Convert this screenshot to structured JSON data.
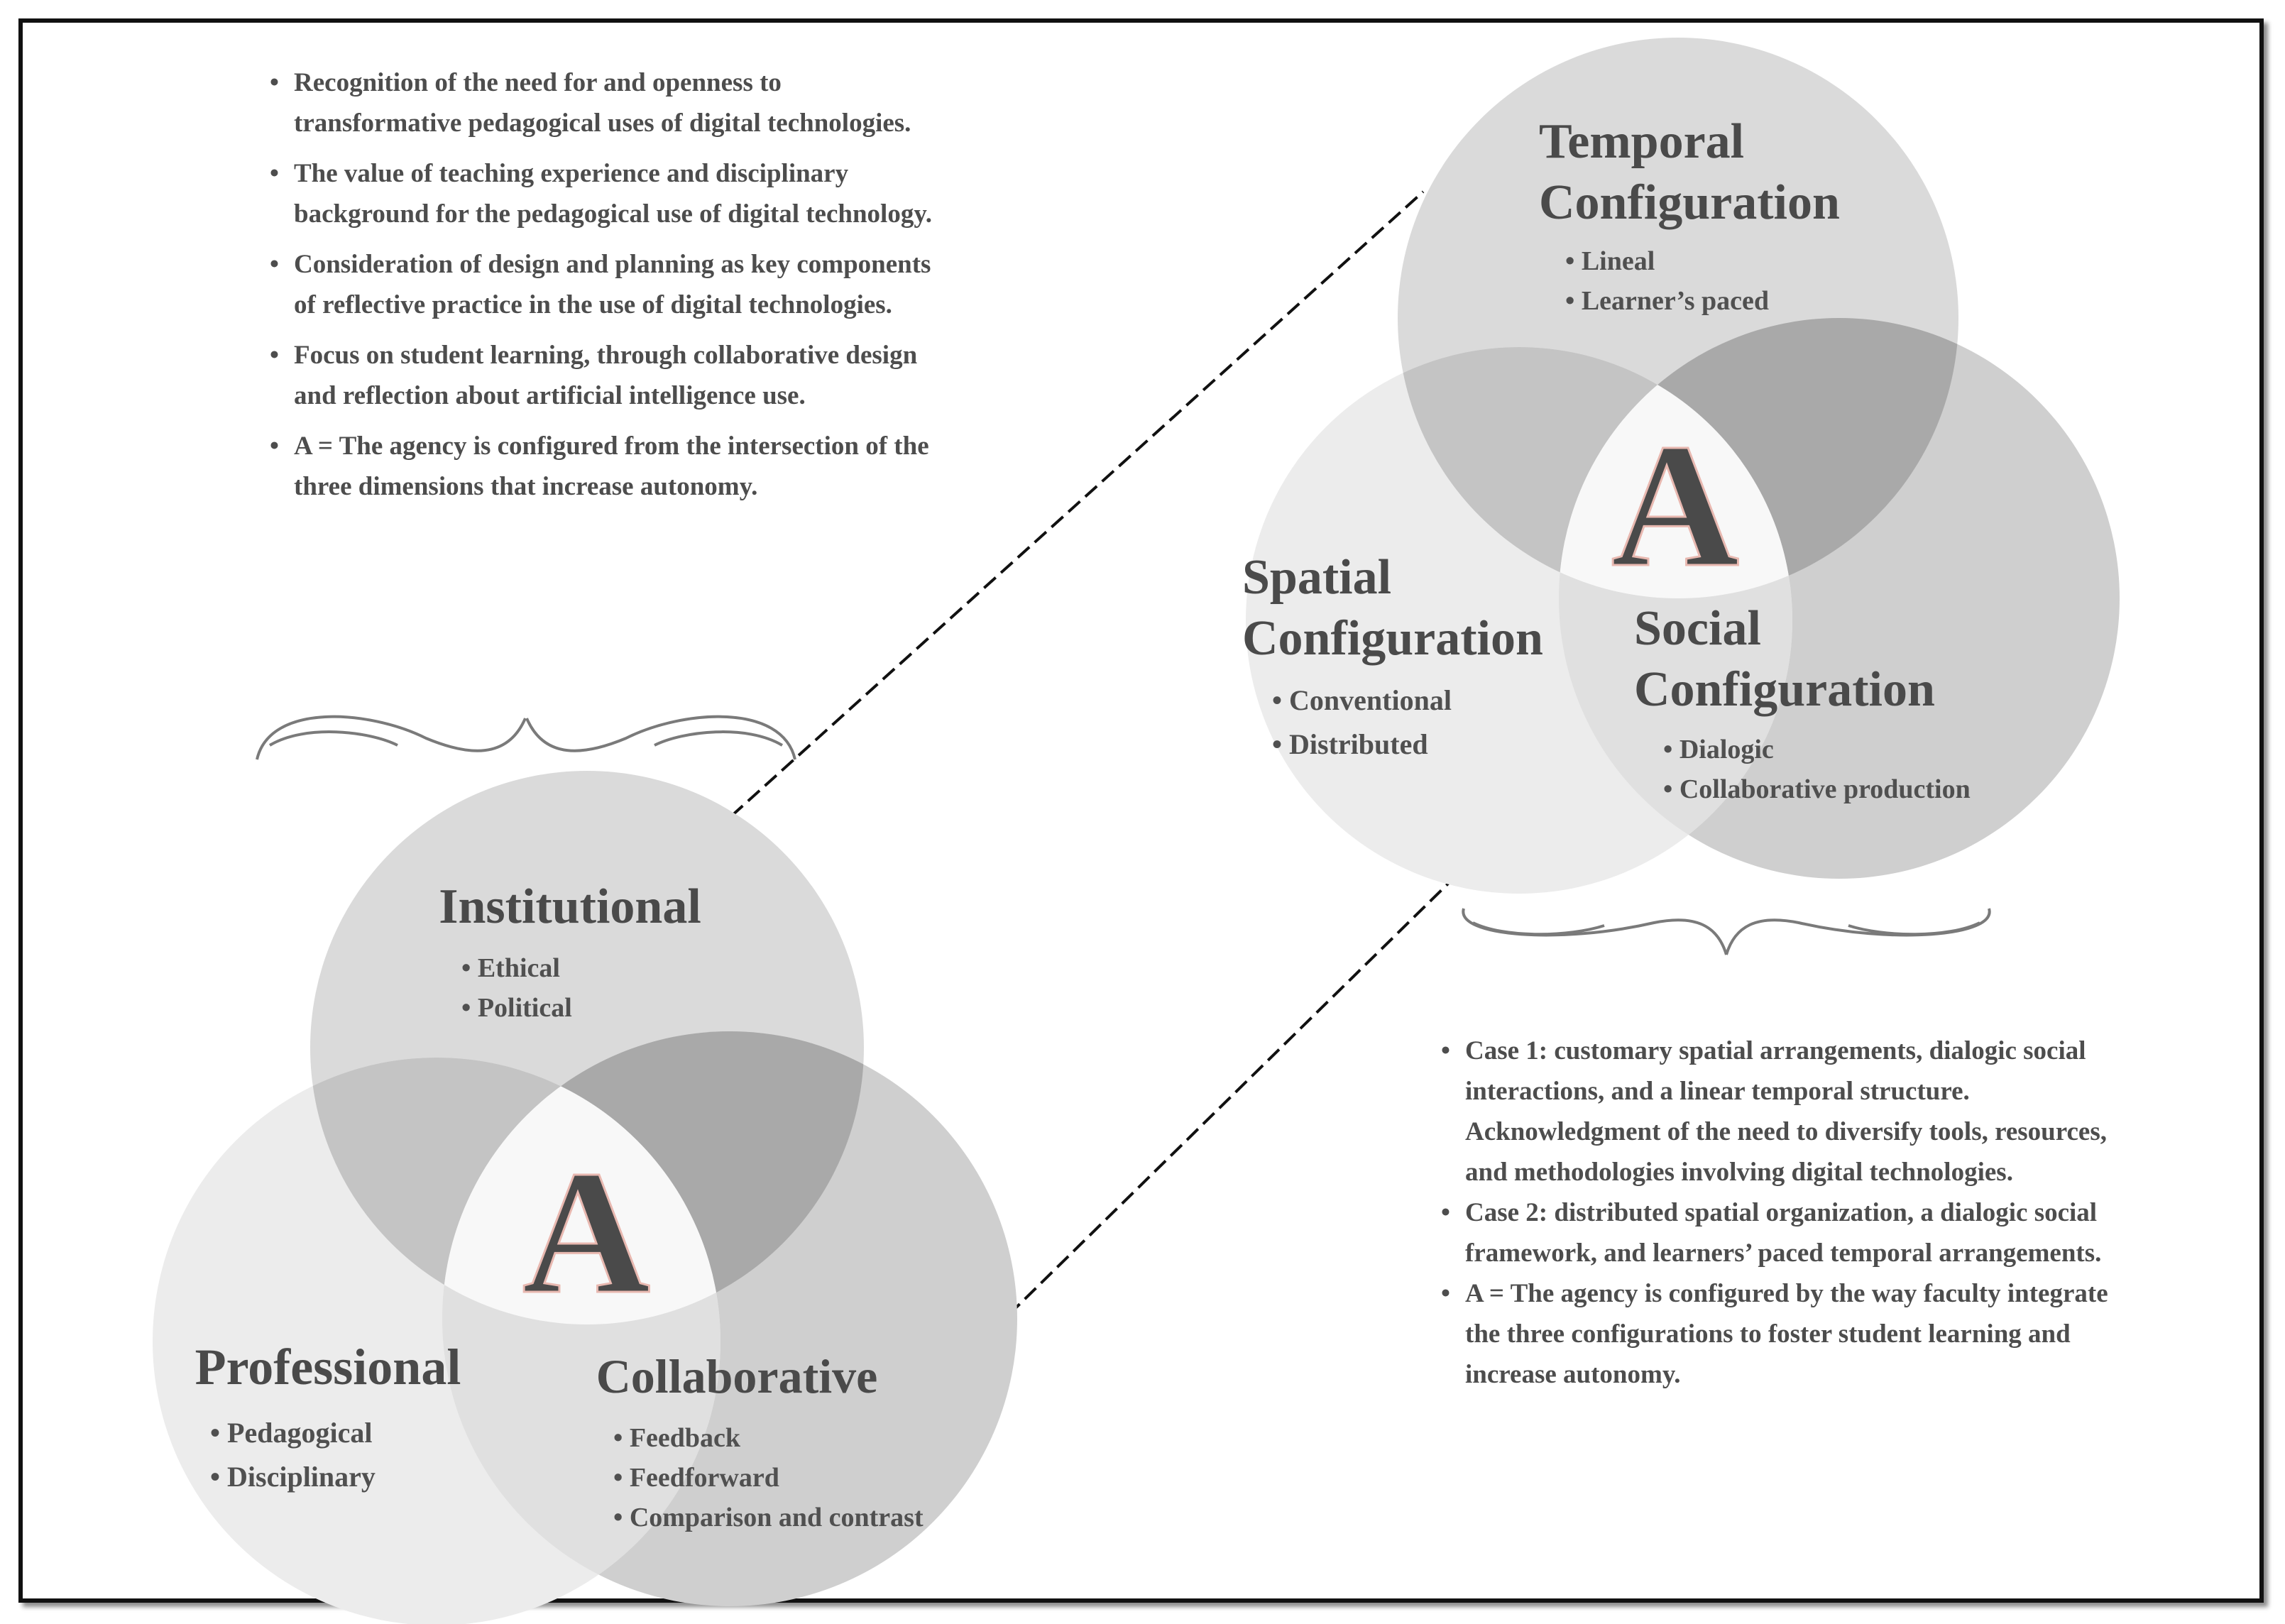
{
  "upper_notes": {
    "items": [
      "Recognition of the need for and openness to transformative pedagogical uses of digital technologies.",
      "The value of teaching experience and disciplinary background for the pedagogical use of digital technology.",
      "Consideration of design and planning as key components of reflective practice in the use of digital technologies.",
      "Focus on student learning, through collaborative design and reflection about artificial intelligence use.",
      "A = The agency is configured from the intersection of the three dimensions that increase autonomy."
    ]
  },
  "lower_diagram": {
    "center": "A",
    "institutional": {
      "title": "Institutional",
      "items": [
        "Ethical",
        "Political"
      ]
    },
    "professional": {
      "title": "Professional",
      "items": [
        "Pedagogical",
        "Disciplinary"
      ]
    },
    "collaborative": {
      "title": "Collaborative",
      "items": [
        "Feedback",
        "Feedforward",
        "Comparison and contrast"
      ]
    }
  },
  "upper_diagram": {
    "center": "A",
    "temporal": {
      "title_line1": "Temporal",
      "title_line2": "Configuration",
      "items": [
        "Lineal",
        "Learner’s paced"
      ]
    },
    "spatial": {
      "title_line1": "Spatial",
      "title_line2": "Configuration",
      "items": [
        "Conventional",
        "Distributed"
      ]
    },
    "social": {
      "title_line1": "Social",
      "title_line2": "Configuration",
      "items": [
        "Dialogic",
        "Collaborative production"
      ]
    }
  },
  "lower_notes": {
    "items": [
      "Case 1: customary spatial arrangements, dialogic social interactions, and a linear temporal structure. Acknowledgment of the need to diversify tools, resources, and methodologies involving digital technologies.",
      "Case 2: distributed spatial organization, a dialogic social framework, and learners’ paced temporal arrangements.",
      "A =  The agency is configured by the way faculty integrate the three configurations to foster student learning and increase autonomy."
    ]
  },
  "colors": {
    "circle_top": "#dadada",
    "circle_left": "#ececec",
    "circle_right": "#cfcfcf",
    "overlap_dark": "#a9a9a9",
    "overlap_mid": "#c4c4c4",
    "center": "#f8f8f8",
    "text": "#4a4a4a"
  }
}
